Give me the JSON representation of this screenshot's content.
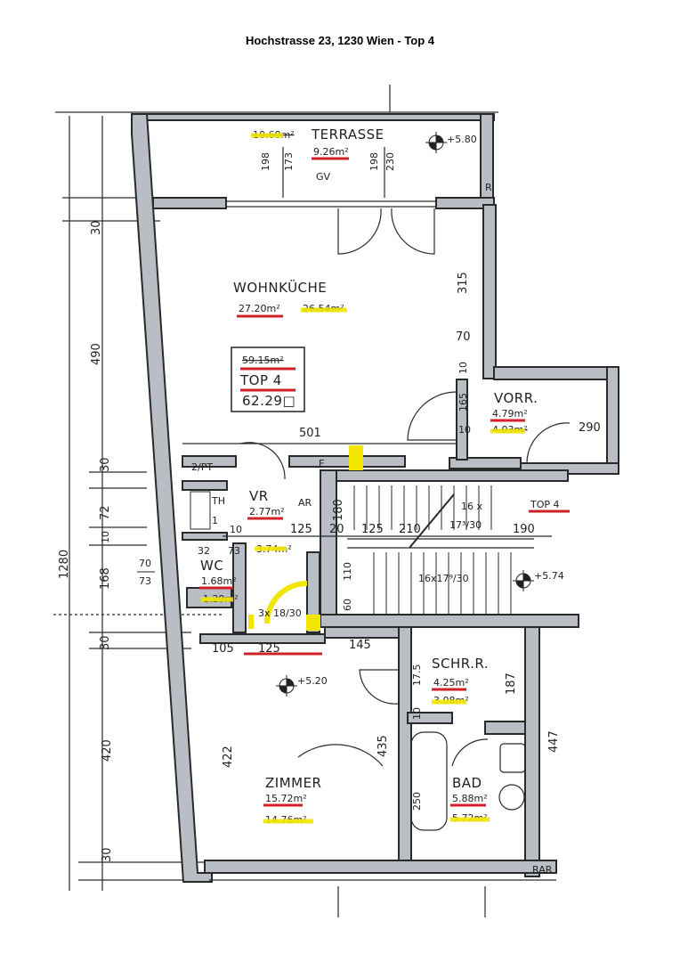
{
  "title": "Hochstrasse 23, 1230 Wien - Top 4",
  "rooms": {
    "terrasse": {
      "name": "TERRASSE",
      "area_old": "10.60m²",
      "area_new": "9.26m²",
      "gv": "GV",
      "level": "+5.80"
    },
    "wohnkueche": {
      "name": "WOHNKÜCHE",
      "area_new": "27.20m²",
      "area_old": "26.54m²"
    },
    "top_box": {
      "area_old": "59.15m²",
      "label": "TOP 4",
      "area_total": "62.29□"
    },
    "vorr": {
      "name": "VORR.",
      "area_new": "4.79m²",
      "area_old": "4.03m²"
    },
    "vr": {
      "name": "VR",
      "area_new": "2.77m²",
      "ar": "AR",
      "area_old": "3.74m²"
    },
    "wc": {
      "name": "WC",
      "area_new": "1.68m²",
      "area_old": "1.29m²"
    },
    "schr": {
      "name": "SCHR.R.",
      "area_new": "4.25m²",
      "area_old": "3.08m²"
    },
    "zimmer": {
      "name": "ZIMMER",
      "area_new": "15.72m²",
      "area_old": "14.76m²",
      "level": "+5.20"
    },
    "bad": {
      "name": "BAD",
      "area_new": "5.88m²",
      "area_old": "5.72m²"
    },
    "stairs": {
      "label_top": "16 x",
      "label_top2": "17³/30",
      "label_bottom": "16x17⁹/30",
      "level": "+5.74",
      "top_ref": "TOP 4"
    }
  },
  "labels": {
    "pt": "2/PT",
    "e": "E",
    "th": "TH",
    "one": "1",
    "rar": "RAR",
    "r": "R",
    "stairs_3x": "3x 18/30"
  },
  "dims": {
    "left_total": "1280",
    "left_30a": "30",
    "left_490": "490",
    "left_30b": "30",
    "left_72": "72",
    "left_10": "10",
    "left_168": "168",
    "left_30c": "30",
    "left_420": "420",
    "left_30d": "30",
    "frac_top": "70",
    "frac_bot": "73",
    "d501": "501",
    "d315": "315",
    "d70": "70",
    "d10a": "10",
    "d165": "165",
    "d10b": "10",
    "d290": "290",
    "d180": "180",
    "d10c": "10",
    "d125a": "125",
    "d20": "20",
    "d125b": "125",
    "d210": "210",
    "d190": "190",
    "d60": "60",
    "d110": "110",
    "d32": "32",
    "d73": "73",
    "d105": "105",
    "d125c": "125",
    "d145": "145",
    "d175": "17.5",
    "d187": "187",
    "d10d": "10",
    "d435": "435",
    "d422": "422",
    "d250": "250",
    "d447": "447",
    "t198a": "198",
    "t173": "173",
    "t198b": "198",
    "t230": "230"
  }
}
